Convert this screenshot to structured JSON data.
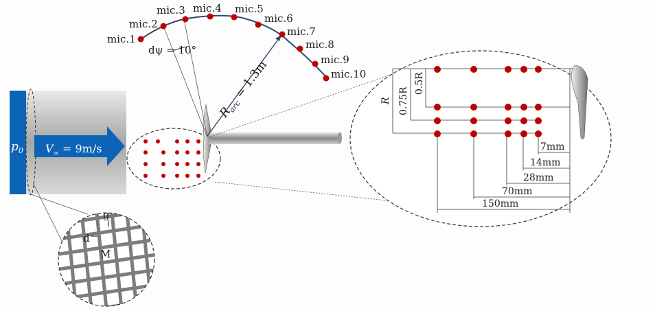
{
  "microphones": {
    "labels": [
      "mic.1",
      "mic.2",
      "mic.3",
      "mic.4",
      "mic.5",
      "mic.6",
      "mic.7",
      "mic.8",
      "mic.9",
      "mic.10"
    ],
    "marker_color": "#c00000"
  },
  "annotations": {
    "angle_step": "dψ = 10°",
    "arc_radius": "R",
    "arc_radius_sub": "arc",
    "arc_radius_value": " = 1.3m",
    "inlet_pressure": "p",
    "inlet_pressure_sub": "0",
    "flow_velocity": "V",
    "flow_velocity_sub": "∞",
    "flow_velocity_value": " = 9m/s",
    "grid_g": "g",
    "grid_d": "d",
    "grid_M": "M"
  },
  "probe_detail": {
    "radius_labels": [
      "R",
      "0.75R",
      "0.5R"
    ],
    "spacing_labels": [
      "7mm",
      "14mm",
      "28mm",
      "70mm",
      "150mm"
    ]
  },
  "colors": {
    "flow_arrow": "#0d63b5",
    "inlet_bar": "#0d63b5",
    "marker": "#c00000",
    "arc_line": "#2b4a6a"
  }
}
